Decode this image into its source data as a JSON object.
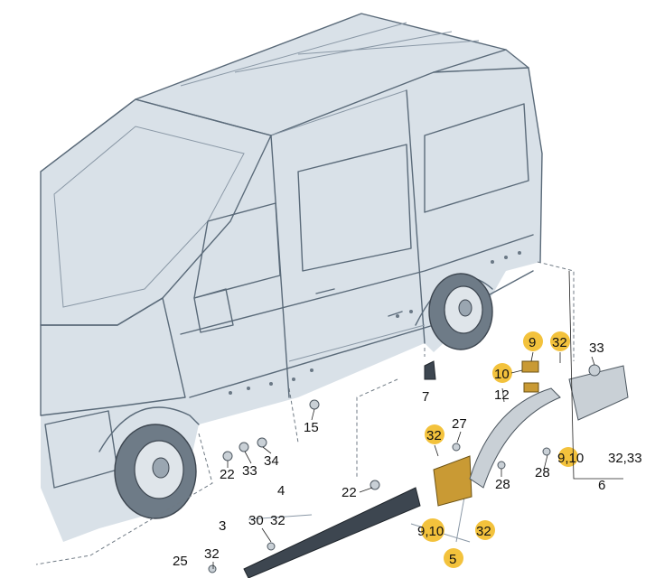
{
  "labels": {
    "l1": "33",
    "l2": "9",
    "l3": "32",
    "l4": "10",
    "l5": "12",
    "l6": "7",
    "l7": "15",
    "l8": "27",
    "l9": "32",
    "l10": "9,10",
    "l11": "32,33",
    "l12": "28",
    "l13": "6",
    "l14": "22",
    "l15": "33",
    "l16": "34",
    "l17": "22",
    "l18": "28",
    "l19": "4",
    "l20": "30",
    "l21": "32",
    "l22": "3",
    "l23": "25",
    "l24": "32",
    "l25": "9,10",
    "l26": "32",
    "l27": "5"
  },
  "highlight_color": "#f3c23c"
}
